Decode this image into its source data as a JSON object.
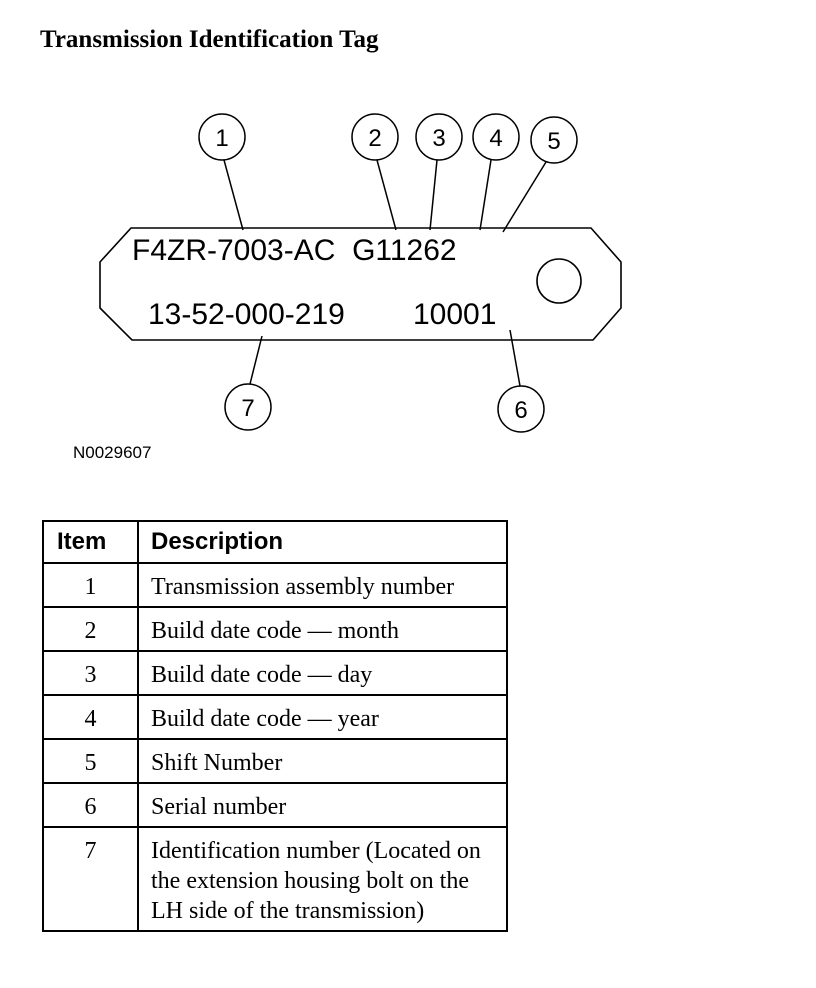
{
  "title": "Transmission Identification Tag",
  "figure": {
    "id": "N0029607",
    "tag_line_1": "F4ZR-7003-AC  G11262",
    "tag_line_2_left": "13-52-000-219",
    "tag_line_2_right": "10001",
    "callouts": [
      "1",
      "2",
      "3",
      "4",
      "5",
      "6",
      "7"
    ]
  },
  "table": {
    "headers": [
      "Item",
      "Description"
    ],
    "rows": [
      {
        "item": "1",
        "description": "Transmission assembly number"
      },
      {
        "item": "2",
        "description": "Build date code — month"
      },
      {
        "item": "3",
        "description": "Build date code — day"
      },
      {
        "item": "4",
        "description": "Build date code — year"
      },
      {
        "item": "5",
        "description": "Shift Number"
      },
      {
        "item": "6",
        "description": "Serial number"
      },
      {
        "item": "7",
        "description": "Identification number (Located on the extension housing bolt on the LH side of the transmission)"
      }
    ]
  }
}
